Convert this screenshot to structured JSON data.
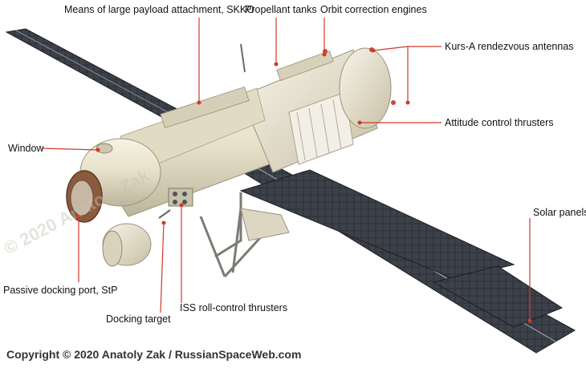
{
  "labels": {
    "skko": "Means of large payload attachment, SKKO",
    "propellant": "Propellant tanks",
    "orbit_engines": "Orbit correction engines",
    "kurs": "Kurs-A rendezvous antennas",
    "attitude": "Attitude control thrusters",
    "window": "Window",
    "solar": "Solar panels",
    "docking_port": "Passive docking port, StP",
    "roll": "ISS roll-control thrusters",
    "docking_target": "Docking target"
  },
  "copyright": "Copyright © 2020 Anatoly Zak / RussianSpaceWeb.com",
  "watermark": "© 2020 Anatoly Zak",
  "colors": {
    "leader": "#d0392b",
    "panel": "#3a3d44",
    "hull": "#ece6d2"
  }
}
